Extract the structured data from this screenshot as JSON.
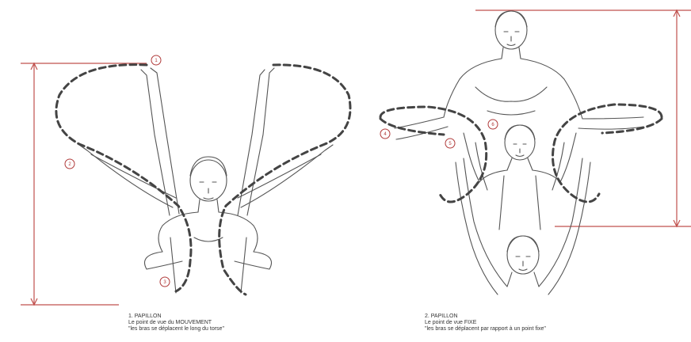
{
  "markers": {
    "m1": "1",
    "m2": "2",
    "m3": "3",
    "m4": "4",
    "m5": "5",
    "m6": "6"
  },
  "caption_left": {
    "line1": "1. PAPILLON",
    "line2": "Le point de vue du MOUVEMENT",
    "line3": "\"les bras se déplacent le long du torse\""
  },
  "caption_right": {
    "line1": "2. PAPILLON",
    "line2": "Le point de vue FIXE",
    "line3": "\"les bras se déplacent par rapport à un point fixe\""
  },
  "colors": {
    "measure_line": "#c0504d",
    "stroke": "#555555",
    "trajectory": "#444444"
  }
}
